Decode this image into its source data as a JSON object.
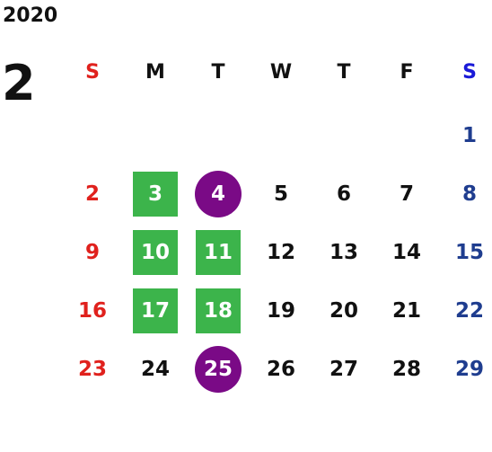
{
  "calendar": {
    "year": "2020",
    "month": "2",
    "weekdays": [
      {
        "label": "S",
        "color": "#e0211d"
      },
      {
        "label": "M",
        "color": "#111111"
      },
      {
        "label": "T",
        "color": "#111111"
      },
      {
        "label": "W",
        "color": "#111111"
      },
      {
        "label": "T",
        "color": "#111111"
      },
      {
        "label": "F",
        "color": "#111111"
      },
      {
        "label": "S",
        "color": "#1a1ad8"
      }
    ],
    "colors": {
      "sunday": "#e0211d",
      "saturday": "#1f3d8f",
      "weekday": "#111111",
      "square_highlight": "#3cb44b",
      "circle_highlight": "#7a0a86"
    },
    "weeks": [
      [
        {
          "day": ""
        },
        {
          "day": ""
        },
        {
          "day": ""
        },
        {
          "day": ""
        },
        {
          "day": ""
        },
        {
          "day": ""
        },
        {
          "day": "1"
        }
      ],
      [
        {
          "day": "2"
        },
        {
          "day": "3",
          "mark": "square"
        },
        {
          "day": "4",
          "mark": "circle"
        },
        {
          "day": "5"
        },
        {
          "day": "6"
        },
        {
          "day": "7"
        },
        {
          "day": "8"
        }
      ],
      [
        {
          "day": "9"
        },
        {
          "day": "10",
          "mark": "square"
        },
        {
          "day": "11",
          "mark": "square"
        },
        {
          "day": "12"
        },
        {
          "day": "13"
        },
        {
          "day": "14"
        },
        {
          "day": "15"
        }
      ],
      [
        {
          "day": "16"
        },
        {
          "day": "17",
          "mark": "square"
        },
        {
          "day": "18",
          "mark": "square"
        },
        {
          "day": "19"
        },
        {
          "day": "20"
        },
        {
          "day": "21"
        },
        {
          "day": "22"
        }
      ],
      [
        {
          "day": "23"
        },
        {
          "day": "24"
        },
        {
          "day": "25",
          "mark": "circle"
        },
        {
          "day": "26"
        },
        {
          "day": "27"
        },
        {
          "day": "28"
        },
        {
          "day": "29"
        }
      ]
    ]
  }
}
